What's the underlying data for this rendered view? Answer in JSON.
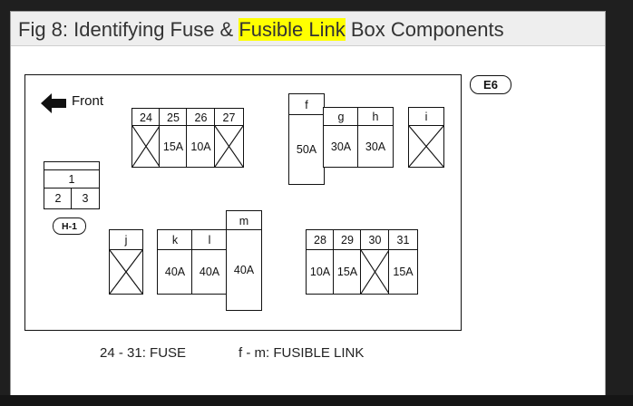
{
  "figure": {
    "title_prefix": "Fig 8: Identifying Fuse & ",
    "title_highlight": "Fusible Link",
    "title_suffix": " Box Components",
    "highlight_color": "#ffff00"
  },
  "diagram": {
    "box_code": "E6",
    "front_label": "Front",
    "connector_label": "H-1",
    "connector": {
      "top": "1",
      "bottom_left": "2",
      "bottom_right": "3"
    },
    "fuse_group_top": {
      "labels": [
        "24",
        "25",
        "26",
        "27"
      ],
      "ratings": [
        "",
        "15A",
        "10A",
        ""
      ]
    },
    "link_group_top": {
      "labels": [
        "f",
        "g",
        "h"
      ],
      "ratings": [
        "50A",
        "30A",
        "30A"
      ]
    },
    "link_i": {
      "label": "i",
      "rating": ""
    },
    "link_j": {
      "label": "j",
      "rating": ""
    },
    "link_group_bottom": {
      "labels": [
        "k",
        "l",
        "m"
      ],
      "ratings": [
        "40A",
        "40A",
        "40A"
      ]
    },
    "fuse_group_bottom": {
      "labels": [
        "28",
        "29",
        "30",
        "31"
      ],
      "ratings": [
        "10A",
        "15A",
        "",
        "15A"
      ]
    }
  },
  "legend": {
    "fuse_text": "24 - 31: FUSE",
    "link_text": "f - m: FUSIBLE LINK"
  }
}
